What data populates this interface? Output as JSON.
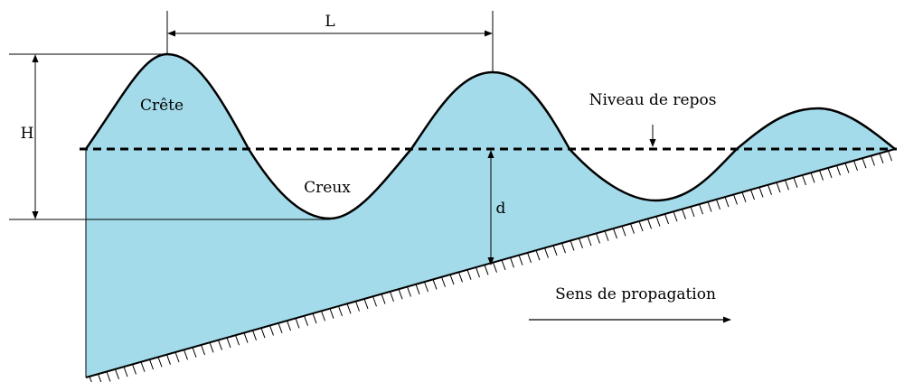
{
  "labels": {
    "wavelength": "L",
    "wave_height": "H",
    "crest": "Crête",
    "trough": "Creux",
    "still_water_level": "Niveau de repos",
    "depth": "d",
    "propagation": "Sens de propagation"
  },
  "colors": {
    "water": "#a3dbea",
    "line": "#000000",
    "background": "#ffffff"
  }
}
